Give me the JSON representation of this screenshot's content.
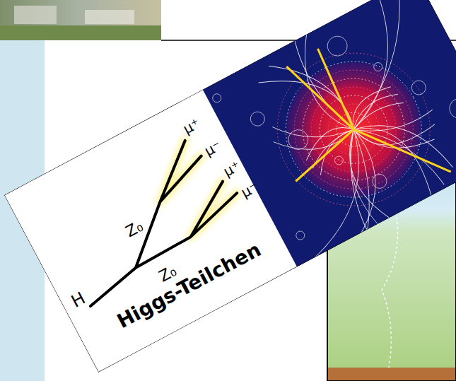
{
  "diagram": {
    "labels": [
      "H",
      "Z₀",
      "Z₀",
      "μ⁺",
      "μ⁻",
      "μ⁺",
      "μ⁻",
      "Higgs-Teilchen"
    ]
  }
}
